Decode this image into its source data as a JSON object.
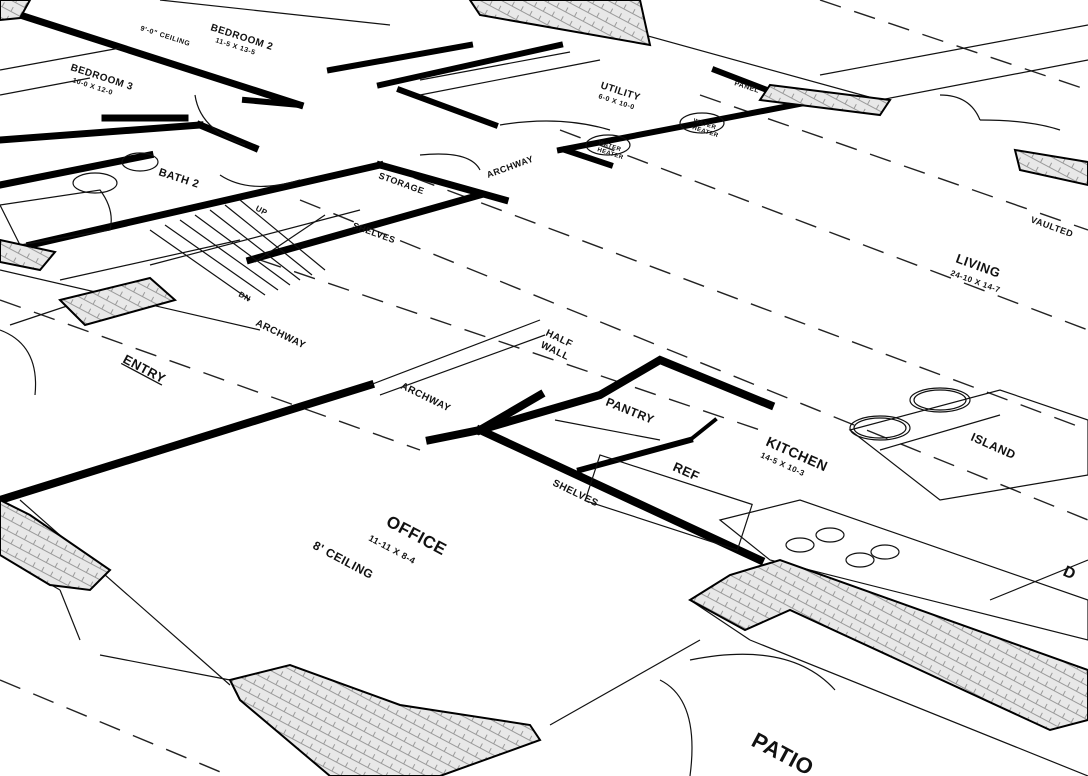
{
  "rooms": {
    "bedroom2": {
      "name": "BEDROOM 2",
      "size": "11-5 X 13-5",
      "ceiling": "9'-0\" CEILING"
    },
    "bedroom3": {
      "name": "BEDROOM 3",
      "size": "10-0 X 12-0"
    },
    "bath2": {
      "name": "BATH 2"
    },
    "utility": {
      "name": "UTILITY",
      "size": "6-0 X 10-0"
    },
    "storage": "STORAGE",
    "living": {
      "name": "LIVING",
      "size": "24-10 X 14-7",
      "ceiling": "VAULTED"
    },
    "entry": "ENTRY",
    "office": {
      "name": "OFFICE",
      "size": "11-11 X 8-4",
      "ceiling": "8' CEILING"
    },
    "kitchen": {
      "name": "KITCHEN",
      "size": "14-5 X 10-3"
    },
    "pantry": "PANTRY",
    "ref": "REF",
    "island": "ISLAND",
    "patio": "PATIO",
    "partial_right": "D"
  },
  "annotations": {
    "archway": "ARCHWAY",
    "shelves": "SHELVES",
    "half_wall": [
      "HALF",
      "WALL"
    ],
    "water_heater": [
      "WATER",
      "HEATER"
    ],
    "dn": "DN",
    "up": "UP",
    "panel": "PANEL"
  }
}
